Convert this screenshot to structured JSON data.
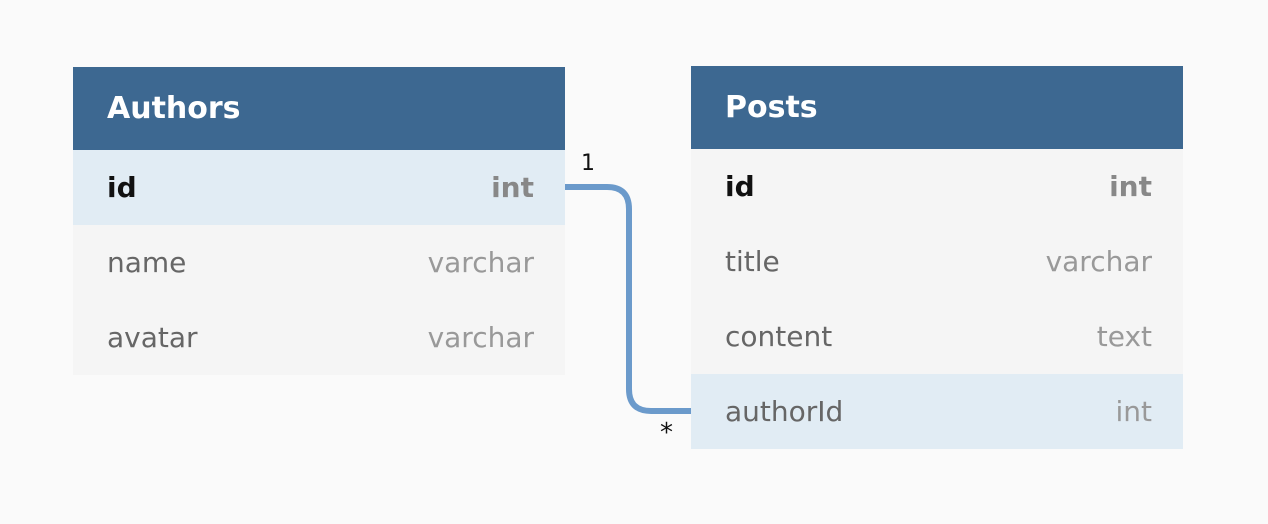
{
  "tables": [
    {
      "name": "Authors",
      "columns": [
        {
          "name": "id",
          "type": "int",
          "primary_key": true,
          "highlight": true
        },
        {
          "name": "name",
          "type": "varchar",
          "primary_key": false,
          "highlight": false
        },
        {
          "name": "avatar",
          "type": "varchar",
          "primary_key": false,
          "highlight": false
        }
      ]
    },
    {
      "name": "Posts",
      "columns": [
        {
          "name": "id",
          "type": "int",
          "primary_key": true,
          "highlight": false
        },
        {
          "name": "title",
          "type": "varchar",
          "primary_key": false,
          "highlight": false
        },
        {
          "name": "content",
          "type": "text",
          "primary_key": false,
          "highlight": false
        },
        {
          "name": "authorId",
          "type": "int",
          "primary_key": false,
          "highlight": true
        }
      ]
    }
  ],
  "relation": {
    "from": "Authors.id",
    "to": "Posts.authorId",
    "from_cardinality": "1",
    "to_cardinality": "*",
    "color": "#6b9acb"
  },
  "colors": {
    "header": "#3d6891",
    "background": "#fafafa",
    "row": "#f5f5f5",
    "highlight_row": "#e1ecf4"
  }
}
